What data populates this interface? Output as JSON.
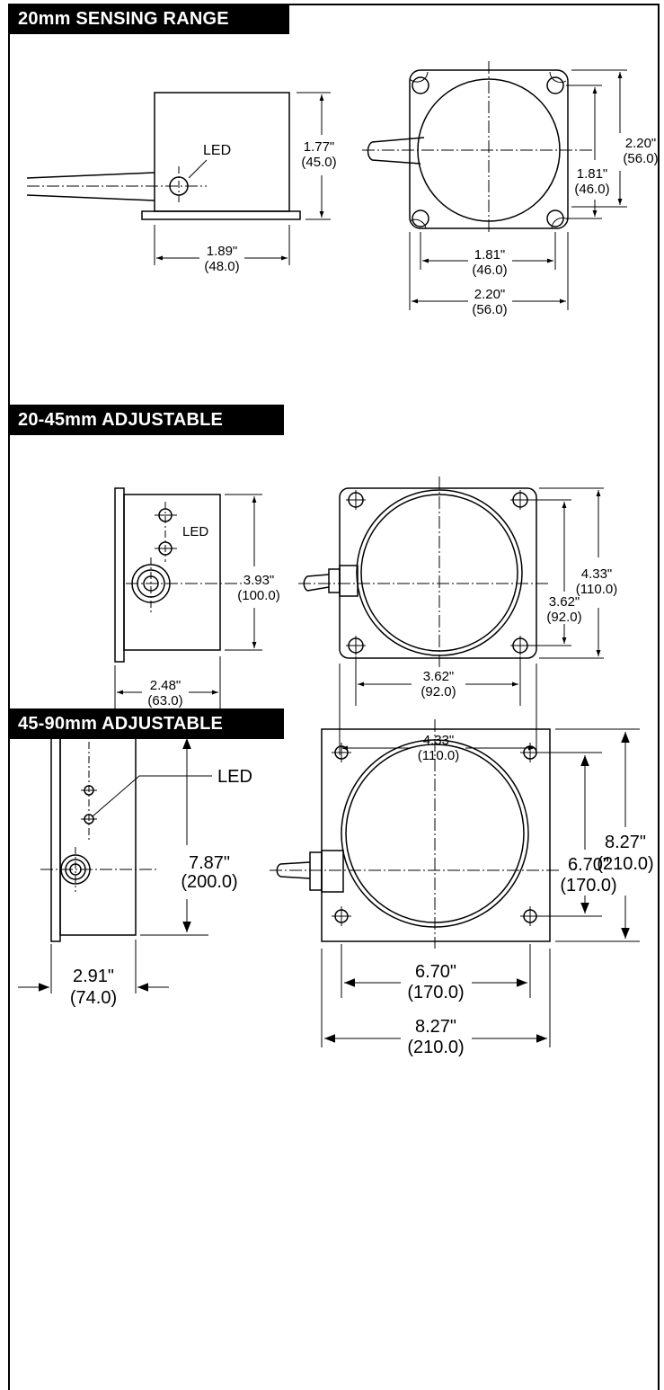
{
  "sections": [
    {
      "title": "20mm SENSING RANGE",
      "led_label": "LED",
      "side_height": {
        "in": "1.77\"",
        "mm": "(45.0)"
      },
      "side_width": {
        "in": "1.89\"",
        "mm": "(48.0)"
      },
      "hole_spacing_v": {
        "in": "1.81\"",
        "mm": "(46.0)"
      },
      "overall_v": {
        "in": "2.20\"",
        "mm": "(56.0)"
      },
      "hole_spacing_h": {
        "in": "1.81\"",
        "mm": "(46.0)"
      },
      "overall_h": {
        "in": "2.20\"",
        "mm": "(56.0)"
      }
    },
    {
      "title": "20-45mm ADJUSTABLE",
      "led_label": "LED",
      "side_height": {
        "in": "3.93\"",
        "mm": "(100.0)"
      },
      "side_width": {
        "in": "2.48\"",
        "mm": "(63.0)"
      },
      "overall_v": {
        "in": "4.33\"",
        "mm": "(110.0)"
      },
      "hole_spacing_v": {
        "in": "3.62\"",
        "mm": "(92.0)"
      },
      "hole_spacing_h": {
        "in": "3.62\"",
        "mm": "(92.0)"
      },
      "overall_h": {
        "in": "4.33\"",
        "mm": "(110.0)"
      }
    },
    {
      "title": "45-90mm ADJUSTABLE",
      "led_label": "LED",
      "side_height": {
        "in": "7.87\"",
        "mm": "(200.0)"
      },
      "side_width": {
        "in": "2.91\"",
        "mm": "(74.0)"
      },
      "overall_v": {
        "in": "8.27\"",
        "mm": "(210.0)"
      },
      "hole_spacing_v": {
        "in": "6.70\"",
        "mm": "(170.0)"
      },
      "hole_spacing_h": {
        "in": "6.70\"",
        "mm": "(170.0)"
      },
      "overall_h": {
        "in": "8.27\"",
        "mm": "(210.0)"
      }
    }
  ]
}
